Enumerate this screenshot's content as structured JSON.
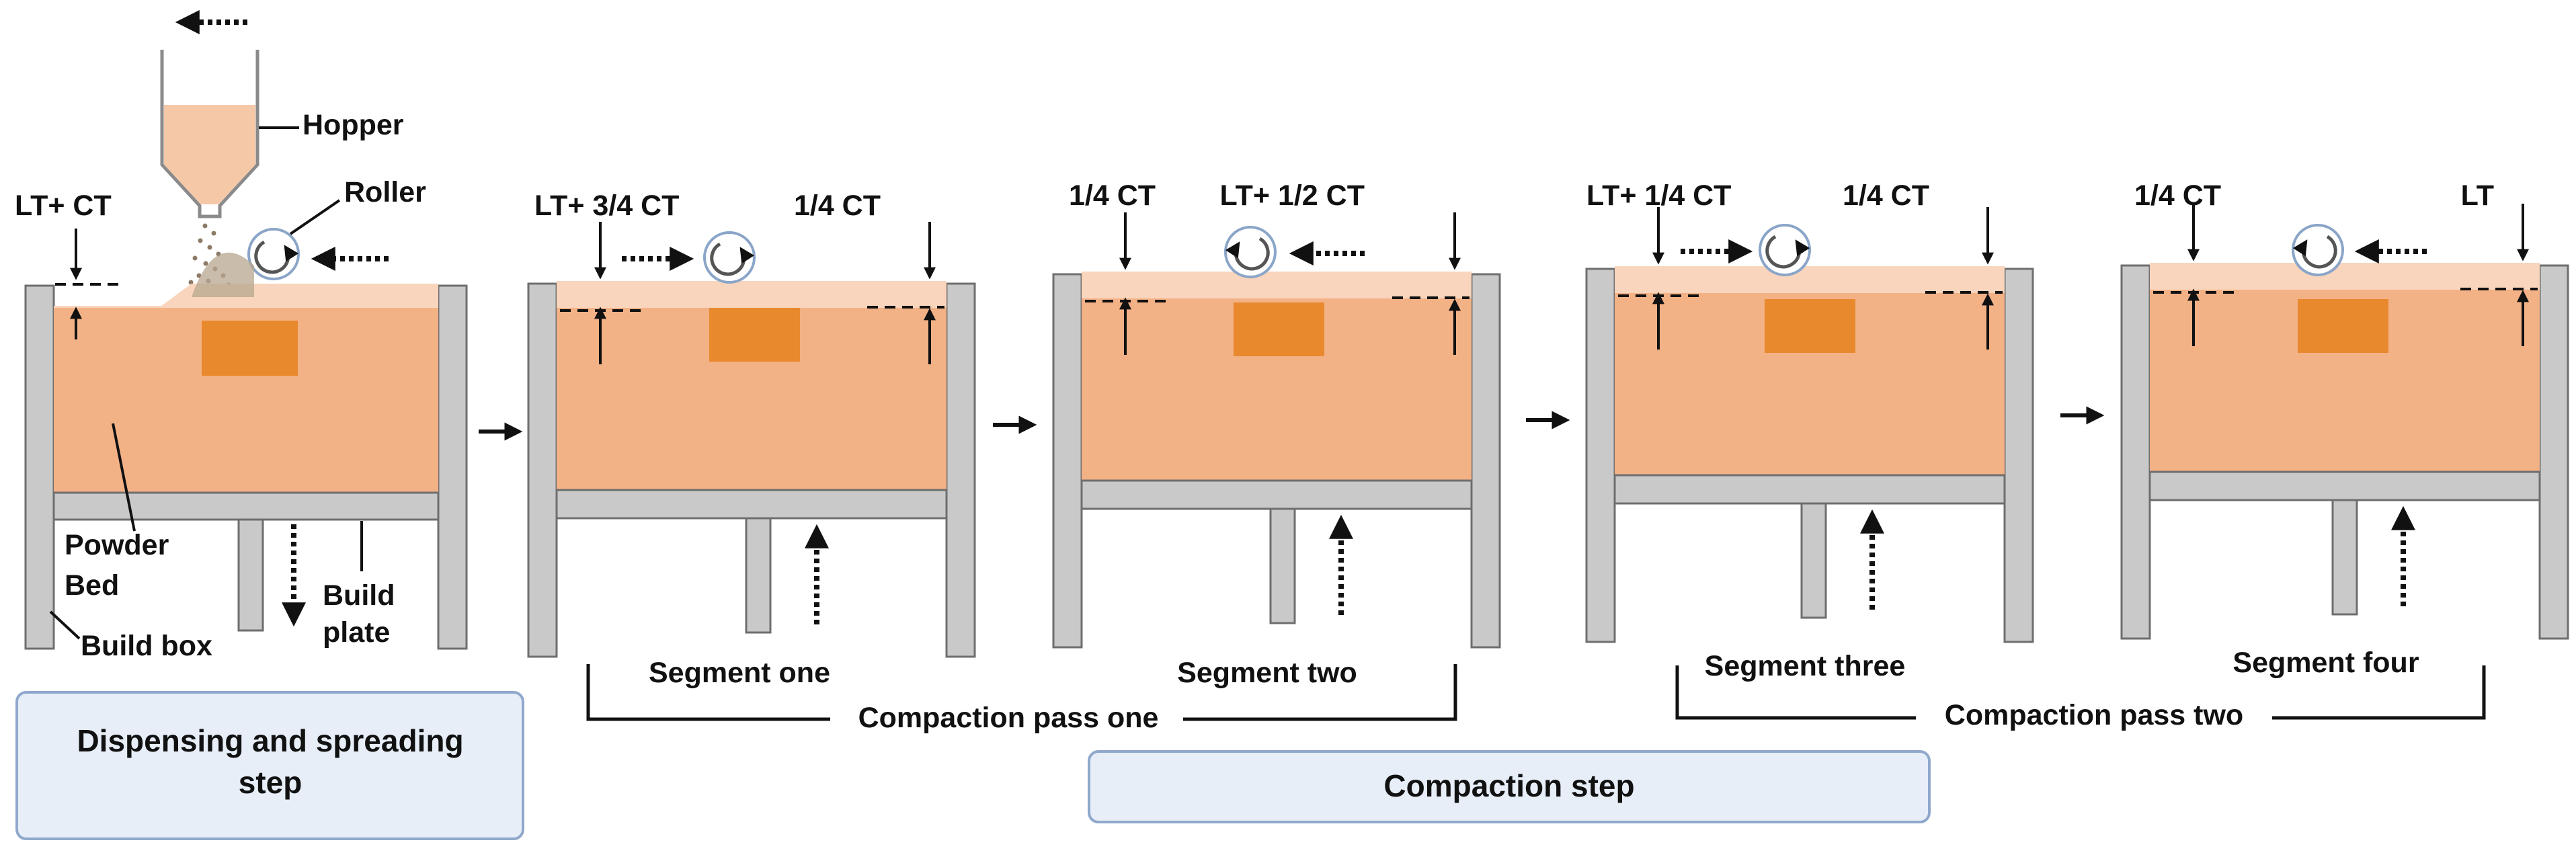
{
  "colors": {
    "wall": "#c9c9c9",
    "wall_stroke": "#6e6e6e",
    "powder": "#f3b186",
    "powder_light": "#f8d5bc",
    "part": "#e8892e",
    "hopper": "#f5c8a8",
    "step_box_fill": "#e7eef8",
    "step_box_stroke": "#8fa8cc",
    "roller_fill": "#ffffff",
    "roller_stroke": "#8aa5c8"
  },
  "stage1": {
    "hopper_label": "Hopper",
    "roller_label": "Roller",
    "layer_label": "LT+ CT",
    "powder_bed_line1": "Powder",
    "powder_bed_line2": "Bed",
    "build_plate_line1": "Build",
    "build_plate_line2": "plate",
    "build_box_label": "Build box"
  },
  "stage2": {
    "left_label": "LT+ 3/4 CT",
    "right_label": "1/4 CT"
  },
  "stage3": {
    "left_label": "1/4 CT",
    "right_label": "LT+ 1/2 CT"
  },
  "stage4": {
    "left_label": "LT+ 1/4 CT",
    "right_label": "1/4 CT"
  },
  "stage5": {
    "left_label": "1/4 CT",
    "right_label": "LT"
  },
  "segments": [
    "Segment one",
    "Segment two",
    "Segment three",
    "Segment four"
  ],
  "passes": [
    "Compaction pass one",
    "Compaction pass two"
  ],
  "steps": {
    "dispensing_line1": "Dispensing and spreading",
    "dispensing_line2": "step",
    "compaction": "Compaction step"
  },
  "icons": [
    "roller-icon",
    "arrow-right-icon",
    "dotted-arrow-icon",
    "hopper-icon",
    "powder-particles-icon"
  ]
}
